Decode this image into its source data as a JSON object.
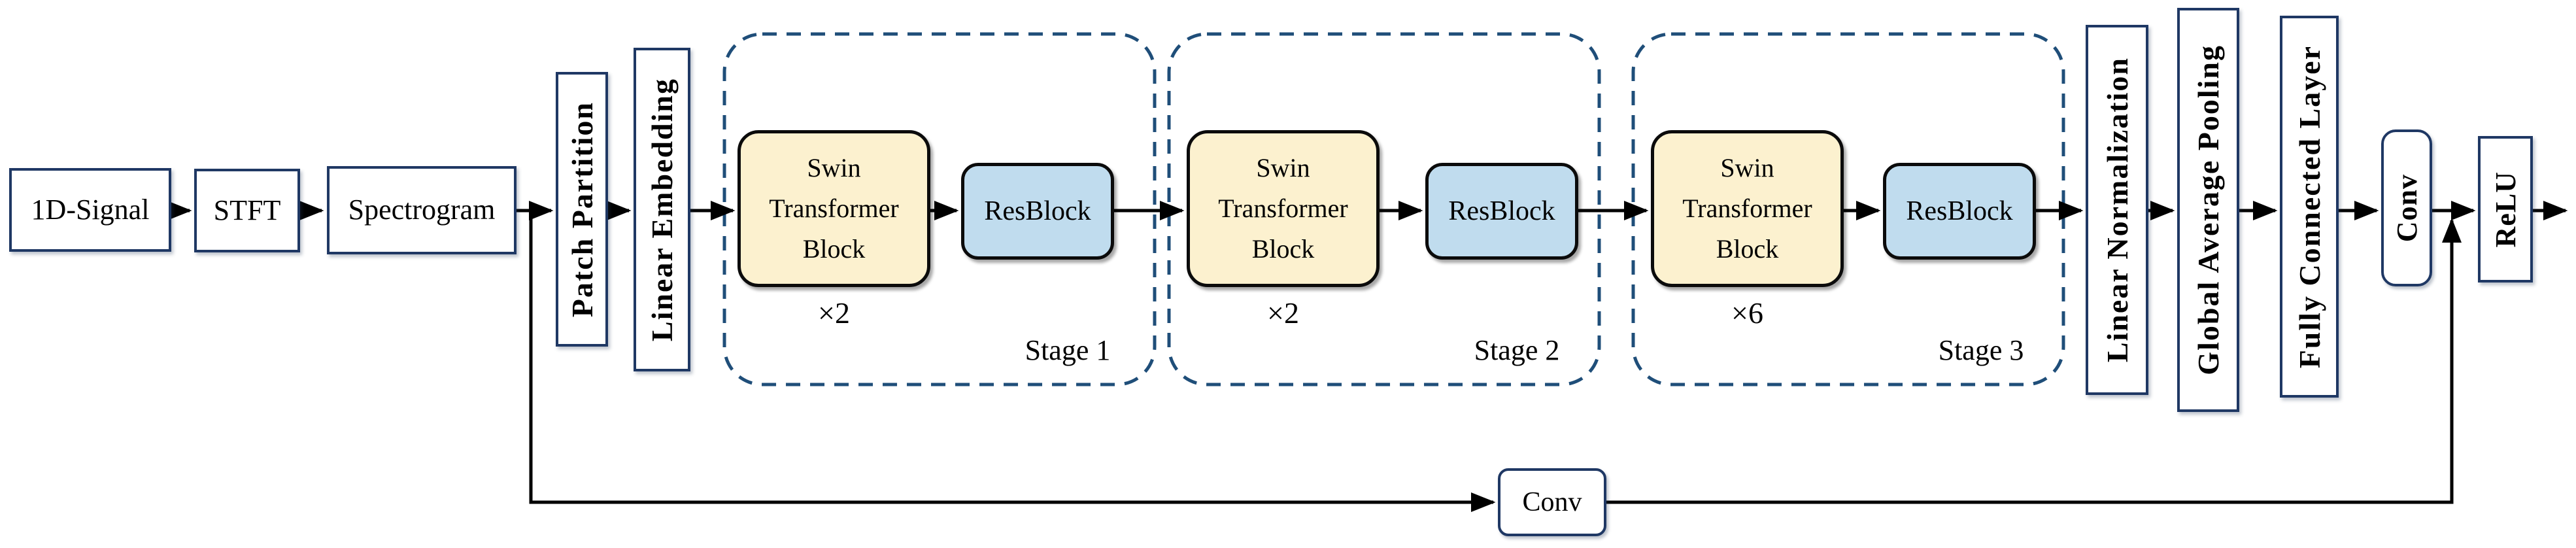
{
  "pipeline": {
    "preprocessing": [
      {
        "id": "1d-signal",
        "label": "1D-Signal"
      },
      {
        "id": "stft",
        "label": "STFT"
      },
      {
        "id": "spectrogram",
        "label": "Spectrogram"
      }
    ],
    "embedding": [
      {
        "id": "patch-partition",
        "label": "Patch Partition"
      },
      {
        "id": "linear-embedding",
        "label": "Linear Embedding"
      }
    ],
    "stages": [
      {
        "name": "Stage 1",
        "swin_block": "Swin\nTransformer\nBlock",
        "multiplier": "×2",
        "resblock": "ResBlock"
      },
      {
        "name": "Stage 2",
        "swin_block": "Swin\nTransformer\nBlock",
        "multiplier": "×2",
        "resblock": "ResBlock"
      },
      {
        "name": "Stage 3",
        "swin_block": "Swin\nTransformer\nBlock",
        "multiplier": "×6",
        "resblock": "ResBlock"
      }
    ],
    "head": [
      {
        "id": "linear-normalization",
        "label": "Linear Normalization"
      },
      {
        "id": "global-average-pooling",
        "label": "Global Average Pooling"
      },
      {
        "id": "fully-connected-layer",
        "label": "Fully Connected Layer"
      },
      {
        "id": "conv",
        "label": "Conv"
      },
      {
        "id": "relu",
        "label": "ReLU"
      }
    ],
    "skip_connection": {
      "conv_label": "Conv"
    }
  },
  "colors": {
    "navy": "#1f3864",
    "dashnavy": "#1f4e79",
    "cream": "#fcf1cf",
    "lightblue": "#c0dcee",
    "ink": "#000000"
  }
}
